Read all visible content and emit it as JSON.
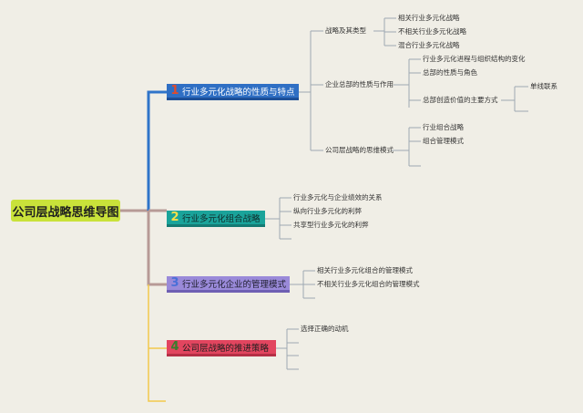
{
  "root": {
    "label": "公司层战略思维导图"
  },
  "branches": [
    {
      "num": "1",
      "label": "行业多元化战略的性质与特点",
      "subtopics": [
        {
          "label": "战略及其类型",
          "items": [
            "相关行业多元化战略",
            "不相关行业多元化战略",
            "混合行业多元化战略"
          ]
        },
        {
          "label": "企业总部的性质与作用",
          "items": [
            "行业多元化进程与组织结构的变化",
            "总部的性质与角色",
            "总部创造价值的主要方式"
          ],
          "subitem": "单线联系"
        },
        {
          "label": "公司层战略的思维模式",
          "items": [
            "行业组合战略",
            "组合管理模式"
          ]
        }
      ]
    },
    {
      "num": "2",
      "label": "行业多元化组合战略",
      "items": [
        "行业多元化与企业绩效的关系",
        "纵向行业多元化的利弊",
        "共享型行业多元化的利弊"
      ]
    },
    {
      "num": "3",
      "label": "行业多元化企业的管理模式",
      "items": [
        "相关行业多元化组合的管理模式",
        "不相关行业多元化组合的管理模式"
      ]
    },
    {
      "num": "4",
      "label": "公司层战略的推进策略",
      "items": [
        "选择正确的动机"
      ]
    }
  ],
  "colors": {
    "background": "#f0eee6",
    "root": "#c9e23a",
    "branch1": "#2f6fc4",
    "branch2": "#1aa39a",
    "branch3": "#9a8ad9",
    "branch4": "#e2455f",
    "connector_main": "#b79a96",
    "connector_blue": "#2f74c9",
    "connector_yellow": "#f2c94c",
    "connector_gray": "#9ea8b2"
  }
}
